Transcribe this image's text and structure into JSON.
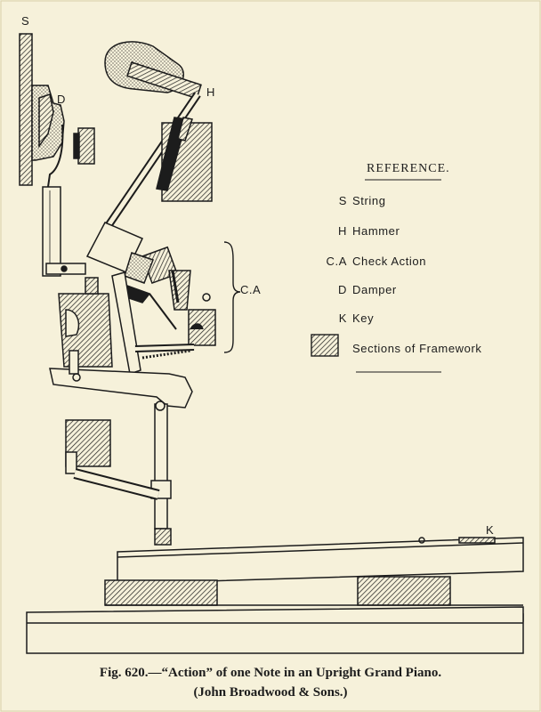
{
  "labels": {
    "string": "S",
    "hammer": "H",
    "damper": "D",
    "check_action": "C.A",
    "key": "K"
  },
  "reference": {
    "title": "REFERENCE.",
    "items": [
      {
        "key": "S",
        "value": "String"
      },
      {
        "key": "H",
        "value": "Hammer"
      },
      {
        "key": "C.A",
        "value": "Check Action"
      },
      {
        "key": "D",
        "value": "Damper"
      },
      {
        "key": "K",
        "value": "Key"
      }
    ],
    "framework_label": "Sections of Framework"
  },
  "caption": {
    "line1": "Fig. 620.—“Action” of one Note in an Upright Grand Piano.",
    "line2": "(John Broadwood & Sons.)"
  },
  "colors": {
    "paper": "#f6f1da",
    "ink": "#1c1c1c"
  }
}
